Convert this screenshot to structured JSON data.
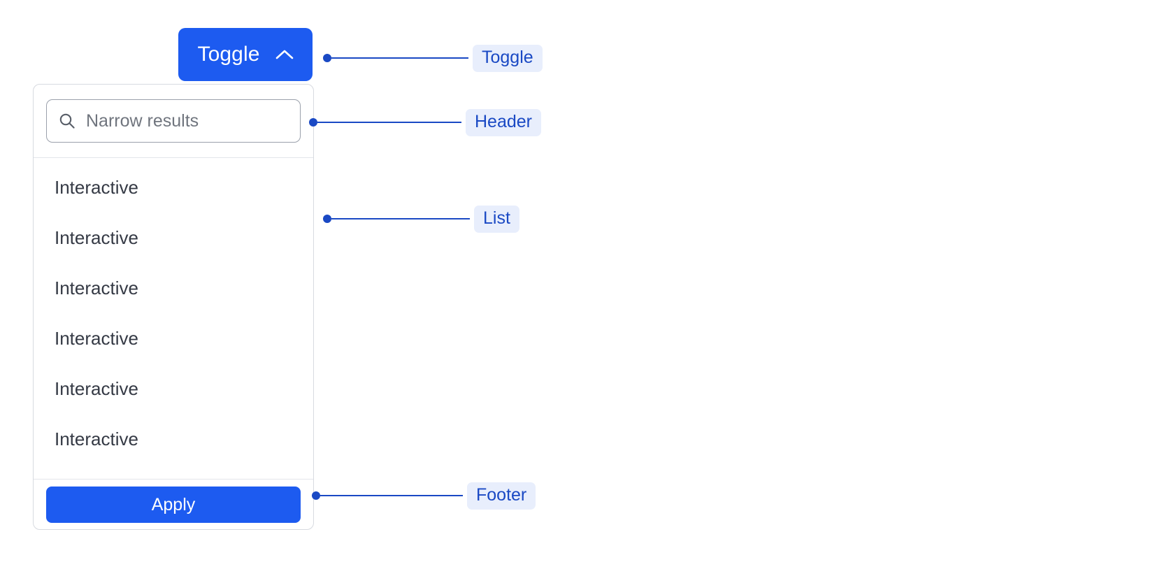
{
  "toggle": {
    "label": "Toggle",
    "icon": "chevron-up-icon",
    "background_color": "#1d5bf0",
    "text_color": "#ffffff"
  },
  "dropdown": {
    "header": {
      "search": {
        "icon": "search-icon",
        "placeholder": "Narrow results",
        "value": ""
      }
    },
    "list": {
      "items": [
        {
          "label": "Interactive"
        },
        {
          "label": "Interactive"
        },
        {
          "label": "Interactive"
        },
        {
          "label": "Interactive"
        },
        {
          "label": "Interactive"
        },
        {
          "label": "Interactive"
        }
      ]
    },
    "footer": {
      "apply_label": "Apply",
      "apply_background_color": "#1d5bf0"
    },
    "border_color": "#d7dae0",
    "divider_color": "#e3e5ea"
  },
  "annotations": [
    {
      "label": "Toggle"
    },
    {
      "label": "Header"
    },
    {
      "label": "List"
    },
    {
      "label": "Footer"
    }
  ],
  "annotation_style": {
    "line_color": "#1a49c4",
    "pill_background": "#e8eefc",
    "pill_text_color": "#1a49c4"
  }
}
